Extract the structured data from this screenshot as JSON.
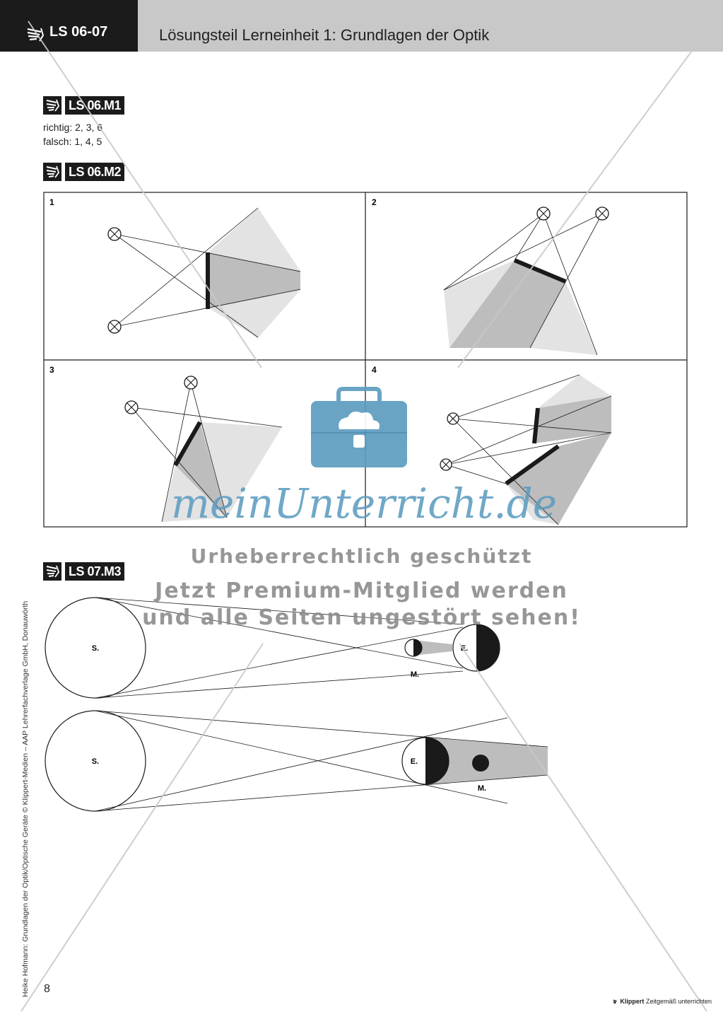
{
  "header": {
    "code": "LS 06-07",
    "title": "Lösungsteil Lerneinheit 1: Grundlagen der Optik"
  },
  "sections": {
    "m1": {
      "label": "LS 06.M1",
      "richtig": "richtig: 2, 3, 6",
      "falsch": "falsch: 1, 4, 5"
    },
    "m2": {
      "label": "LS 06.M2",
      "panels": [
        "1",
        "2",
        "3",
        "4"
      ]
    },
    "m3": {
      "label": "LS 07.M3",
      "diagram_a": {
        "sun": "S.",
        "moon": "M.",
        "earth": "E."
      },
      "diagram_b": {
        "sun": "S.",
        "earth": "E.",
        "moon": "M."
      }
    }
  },
  "watermark": {
    "site": "meinUnterricht.de",
    "line1": "Urheberrechtlich geschützt",
    "line2": "Jetzt Premium-Mitglied werden",
    "line3": "und alle Seiten ungestört sehen!"
  },
  "footer": {
    "page_number": "8",
    "side_credit": "Heike Hofmann: Grundlagen der Optik/Optische Geräte  © Klippert-Medien – AAP Lehrerfachverlage GmbH, Donauwörth",
    "brand": "Klippert",
    "brand_tagline": "Zeitgemäß unterrichten"
  },
  "colors": {
    "header_dark": "#1b1b1b",
    "header_gray": "#c8c8c8",
    "shadow_light": "#e3e3e3",
    "shadow_dark": "#bdbdbd",
    "watermark_blue": "#5d9dc0"
  }
}
